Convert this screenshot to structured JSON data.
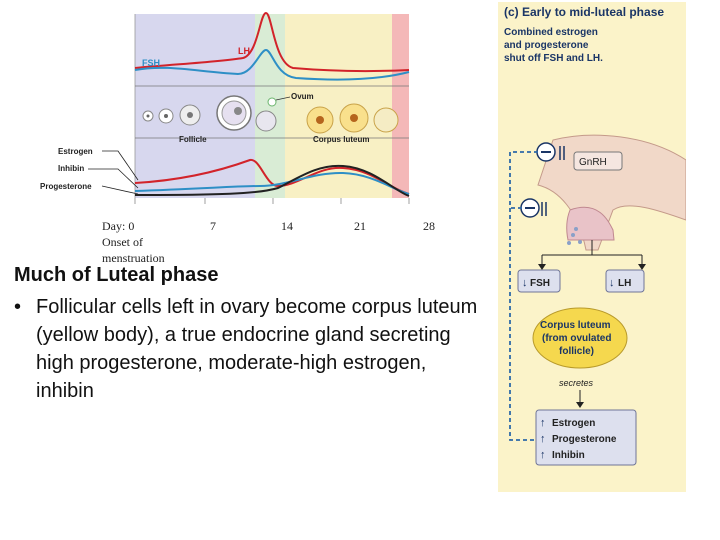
{
  "figure": {
    "hormones": {
      "fsh": "FSH",
      "lh": "LH",
      "estrogen": "Estrogen",
      "inhibin": "Inhibin",
      "progesterone": "Progesterone"
    },
    "structures": {
      "follicle": "Follicle",
      "ovum": "Ovum",
      "corpus_luteum": "Corpus luteum"
    },
    "days": {
      "d0": "Day: 0",
      "d0_sub1": "Onset of",
      "d0_sub2": "menstruation",
      "d7": "7",
      "d14": "14",
      "d21": "21",
      "d28": "28"
    }
  },
  "text": {
    "heading": "Much of Luteal phase",
    "bullet": "Follicular cells left in ovary become corpus luteum (yellow body), a true endocrine gland secreting high progesterone, moderate-high estrogen, inhibin"
  },
  "panel": {
    "title": "(c) Early to mid-luteal phase",
    "subtitle_1": "Combined estrogen",
    "subtitle_2": "and progesterone",
    "subtitle_3": "shut off FSH and LH.",
    "gnrh": "GnRH",
    "fsh": "FSH",
    "lh": "LH",
    "corpus_1": "Corpus luteum",
    "corpus_2": "(from ovulated",
    "corpus_3": "follicle)",
    "secretes": "secretes",
    "out_1": "Estrogen",
    "out_2": "Progesterone",
    "out_3": "Inhibin"
  },
  "colors": {
    "follicular_band": "#d7d7ee",
    "ovulation_band": "#d9ecd5",
    "luteal_band": "#f8f0c4",
    "menses_band": "#f4b8b8",
    "panel_bg": "#fbf3c9",
    "lh_red": "#d2232a",
    "fsh_blue": "#2e8fc6",
    "navy": "#1a3566"
  }
}
